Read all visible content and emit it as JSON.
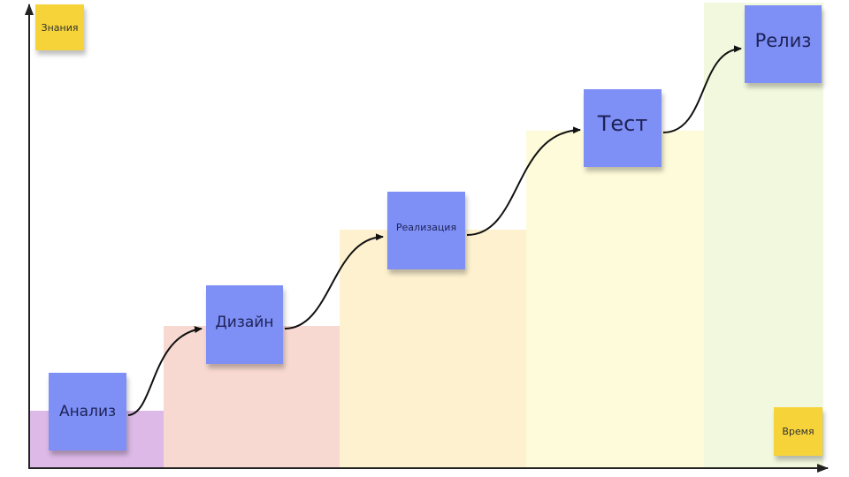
{
  "axes": {
    "y_label": "Знания",
    "x_label": "Время"
  },
  "stages": [
    {
      "label": "Анализ",
      "color": "#dcb9e6"
    },
    {
      "label": "Дизайн",
      "color": "#f8d9d1"
    },
    {
      "label": "Реализация",
      "color": "#fdf1cf"
    },
    {
      "label": "Тест",
      "color": "#fdfbd9"
    },
    {
      "label": "Релиз",
      "color": "#f1f8de"
    }
  ]
}
